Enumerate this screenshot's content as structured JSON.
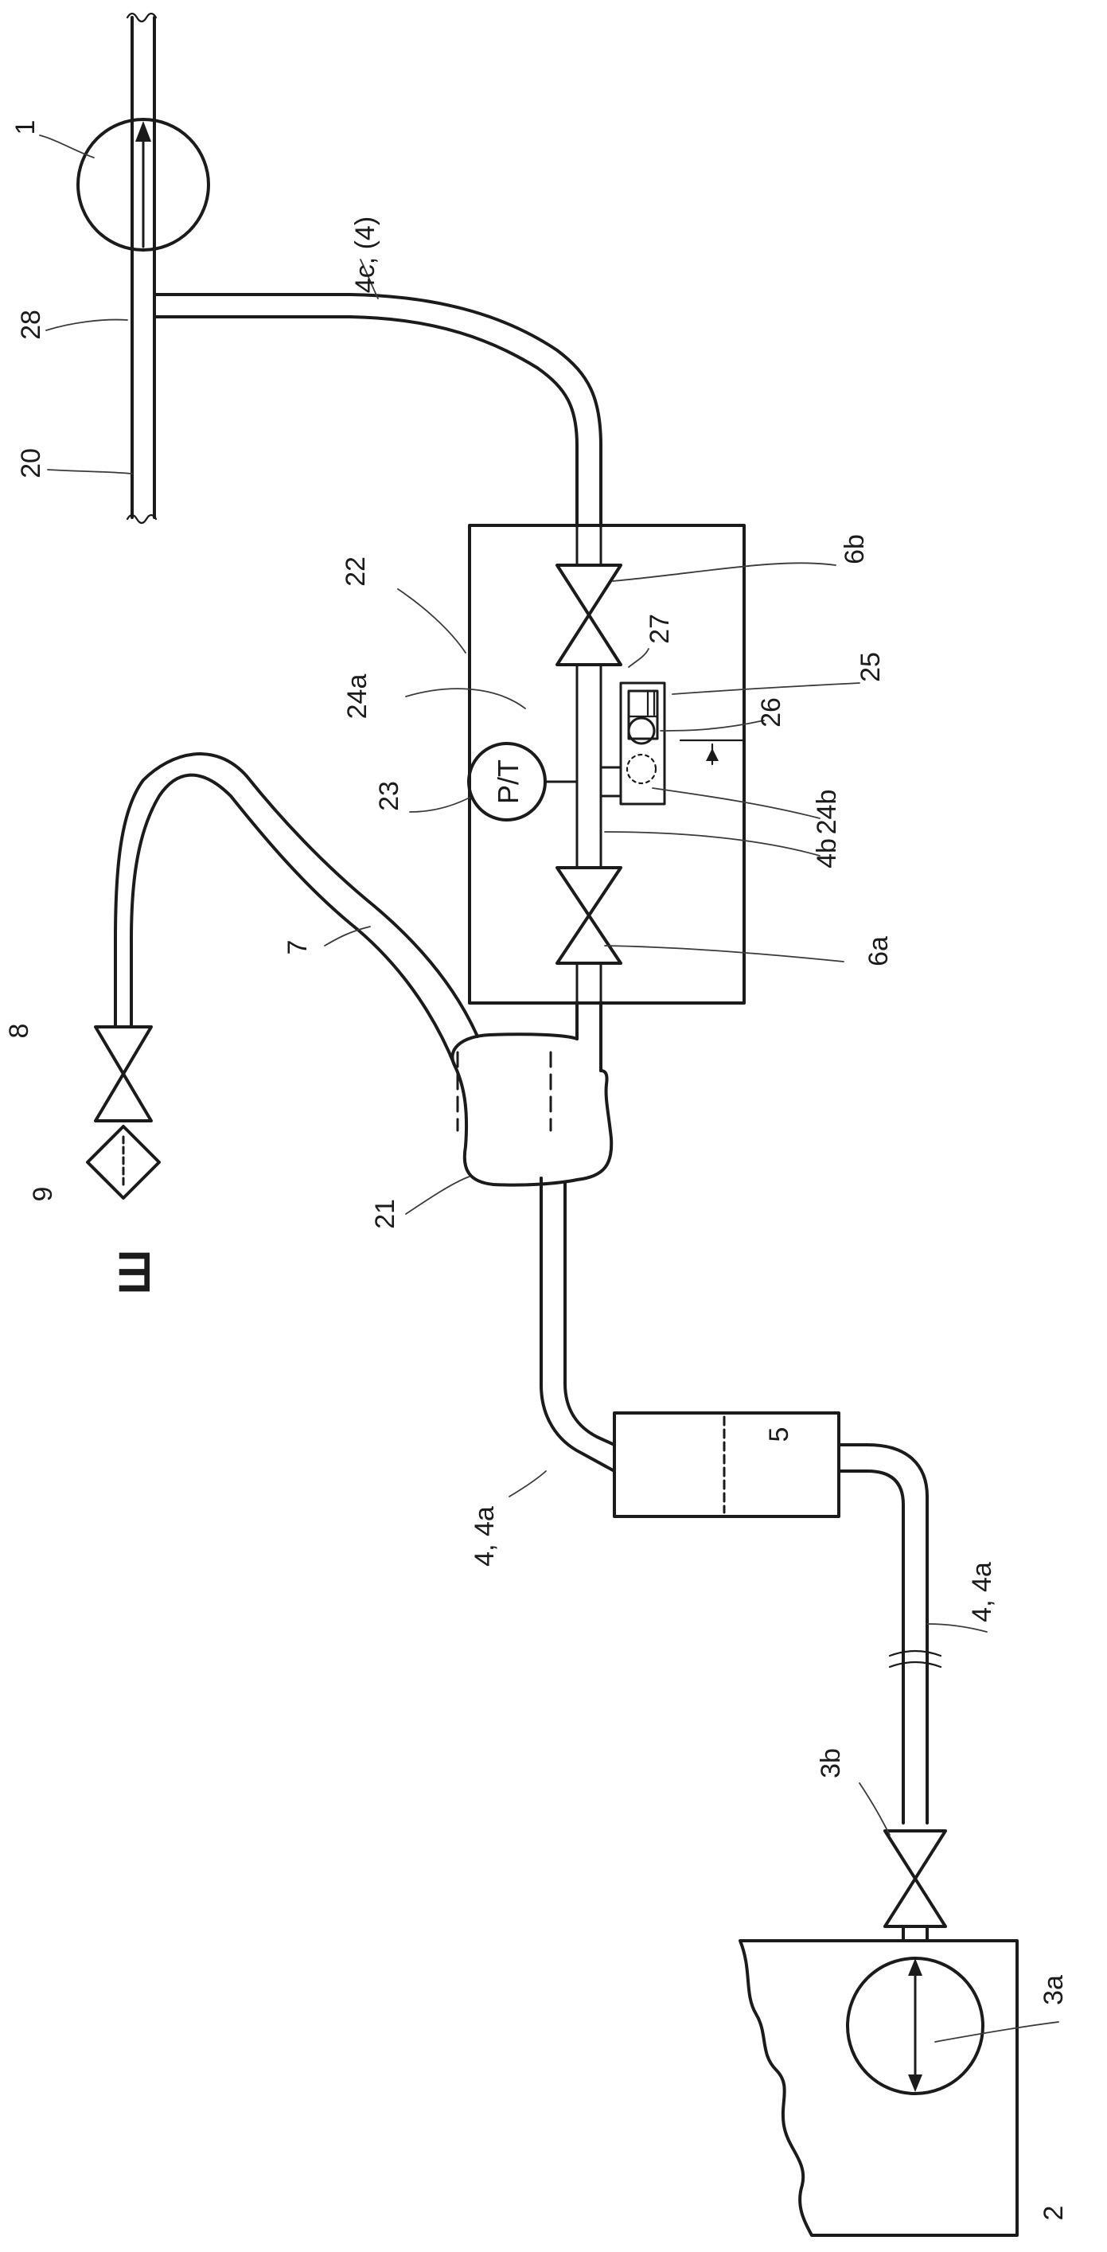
{
  "figure": {
    "title_glyph": "Ш",
    "labels": {
      "l1": "1",
      "l2": "2",
      "l3a": "3a",
      "l3b": "3b",
      "l4_4a_left": "4, 4a",
      "l4_4a_right": "4, 4a",
      "l4b": "4b",
      "l4c": "4c, (4)",
      "l5": "5",
      "l6a": "6a",
      "l6b": "6b",
      "l7": "7",
      "l8": "8",
      "l9": "9",
      "l20": "20",
      "l21": "21",
      "l22": "22",
      "l23": "23",
      "l24a": "24a",
      "l24b": "24b",
      "l25": "25",
      "l26": "26",
      "l27": "27",
      "l28": "28"
    },
    "sensor_text": "P/T"
  },
  "colors": {
    "line": "#1b1b1b",
    "background": "#ffffff"
  }
}
